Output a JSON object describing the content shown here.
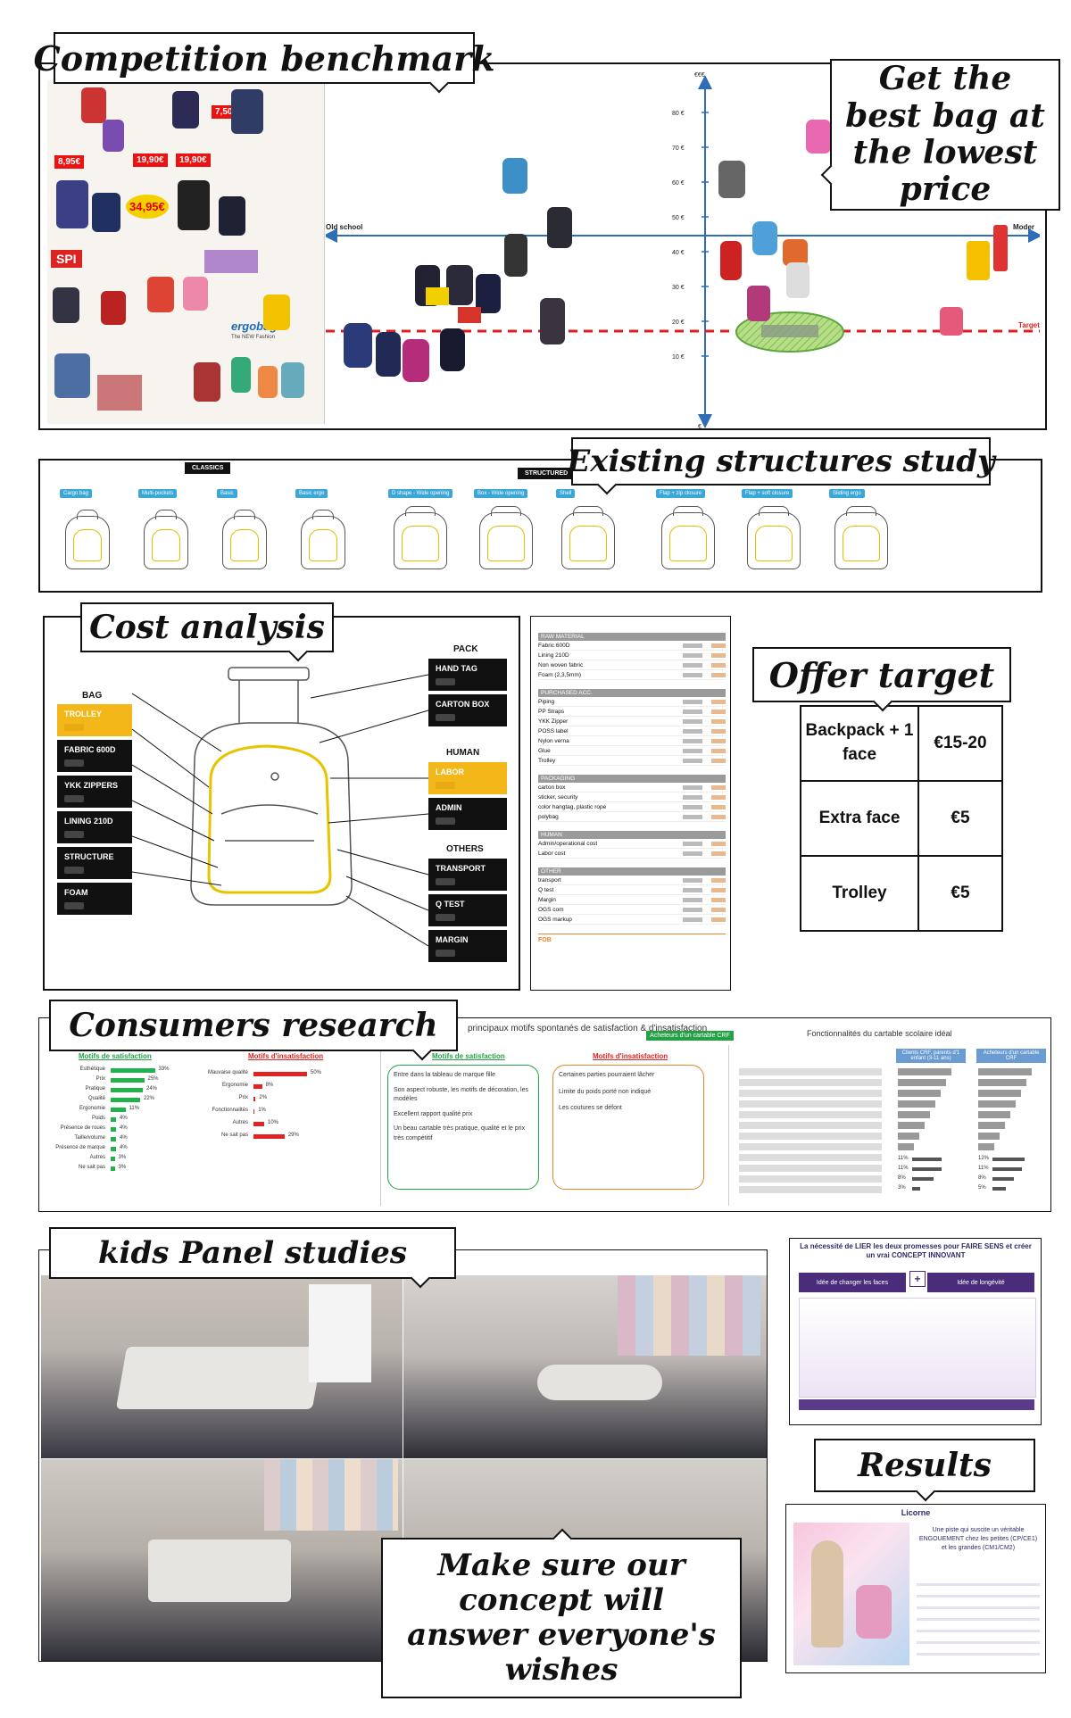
{
  "benchmark": {
    "title": "Competition benchmark",
    "callout": "Get the best bag at the lowest price",
    "axis_old": "Old school",
    "axis_modern": "Moder",
    "target": "Target",
    "top_unit": "€€€",
    "bottom_unit": "€",
    "price_ticks": [
      "80 €",
      "70 €",
      "60 €",
      "50 €",
      "40 €",
      "30 €",
      "20 €",
      "10 €"
    ],
    "flyer_labels": [
      "8,95€",
      "19,90€",
      "7,50€",
      "19,90€",
      "34,95€",
      "SPI",
      "ergobag",
      "The NEW Fashion"
    ]
  },
  "structures": {
    "title": "Existing structures study",
    "group1": "CLASSICS",
    "group2": "STRUCTURED",
    "items": [
      "Cargo bag",
      "Multi-pockets",
      "Basic",
      "Basic ergo",
      "D shape - Wide opening",
      "Box - Wide opening",
      "Shell",
      "Flap + zip closure",
      "Flap + soft closure",
      "Sliding ergo"
    ]
  },
  "cost": {
    "title": "Cost analysis",
    "bag_heading": "BAG",
    "bag_items": [
      "TROLLEY",
      "FABRIC 600D",
      "YKK ZIPPERS",
      "LINING 210D",
      "STRUCTURE",
      "FOAM"
    ],
    "pack_heading": "PACK",
    "pack_items": [
      "HAND TAG",
      "CARTON BOX"
    ],
    "human_heading": "HUMAN",
    "human_items": [
      "LABOR",
      "ADMIN"
    ],
    "others_heading": "OTHERS",
    "others_items": [
      "TRANSPORT",
      "Q TEST",
      "MARGIN"
    ]
  },
  "cost_sheet": {
    "sections": [
      {
        "head": "RAW MATERIAL",
        "rows": [
          "Fabric 600D",
          "Lining 210D",
          "Non woven fabric",
          "Foam (2,3,5mm)"
        ]
      },
      {
        "head": "PURCHASED ACC.",
        "rows": [
          "Piping",
          "PP Straps",
          "YKK Zipper",
          "POSS label",
          "Nylon verna",
          "Glue",
          "Trolley"
        ]
      },
      {
        "head": "PACKAGING",
        "rows": [
          "carton box",
          "sticker, security",
          "color hangtag, plastic rope",
          "polybag"
        ]
      },
      {
        "head": "HUMAN",
        "rows": [
          "Admin/operational cost",
          "Labor cost"
        ]
      },
      {
        "head": "OTHER",
        "rows": [
          "transport",
          "Q test",
          "Margin",
          "OGS com",
          "OGS markup"
        ]
      }
    ],
    "total": "FOB"
  },
  "offer": {
    "title": "Offer target",
    "rows": [
      {
        "item": "Backpack + 1 face",
        "price": "€15-20"
      },
      {
        "item": "Extra face",
        "price": "€5"
      },
      {
        "item": "Trolley",
        "price": "€5"
      }
    ]
  },
  "research": {
    "title": "Consumers research",
    "header_text": "principaux motifs spontanés de satisfaction & d'insatisfaction",
    "tag_crf": "Acheteurs d'un cartable CRF",
    "right_title": "Fonctionnalités du cartable scolaire idéal",
    "sat_title": "Motifs de satisfaction",
    "insat_title": "Motifs d'insatisfaction",
    "sat_labels": [
      "Esthétique",
      "Prix",
      "Pratique",
      "Qualité",
      "Ergonomie",
      "Poids",
      "Présence de roues",
      "Taille/volume",
      "Présence de marque",
      "Autres",
      "Ne sait pas"
    ],
    "sat_values": [
      "33%",
      "25%",
      "24%",
      "22%",
      "11%",
      "4%",
      "4%",
      "4%",
      "4%",
      "3%",
      "3%"
    ],
    "insat_labels": [
      "Mauvaise qualité",
      "Ergonomie",
      "Prix",
      "Fonctionnalités",
      "Autres",
      "Ne sait pas"
    ],
    "insat_values": [
      "50%",
      "8%",
      "2%",
      "1%",
      "10%",
      "29%"
    ],
    "col_a": "Clients CRF, parents d'1 enfant (3-11 ans)",
    "col_b": "Acheteurs d'un cartable CRF",
    "col_a_vals": [
      "11%",
      "11%",
      "8%",
      "3%"
    ],
    "col_b_vals": [
      "12%",
      "11%",
      "8%",
      "5%"
    ],
    "quote_blocks": [
      "Entre dans la tableau de marque fille",
      "Son aspect robuste, les motifs de décoration, les modèles",
      "Excellent rapport qualité prix",
      "Un beau cartable très pratique, qualité et le prix très compétitif",
      "Certaines parties pourraient lâcher",
      "Limite du poids porté non indiqué",
      "Les coutures se défont"
    ]
  },
  "kids": {
    "title": "kids Panel studies",
    "callout": "Make sure our concept will answer everyone's wishes"
  },
  "concept": {
    "title": "La nécessité de LIER les deux promesses pour FAIRE SENS et créer un vrai CONCEPT INNOVANT",
    "left_box": "Idée de changer les faces",
    "right_box": "Idée de longévité",
    "plus": "+"
  },
  "results": {
    "title": "Results",
    "slide_title": "Licorne",
    "slide_text": "Une piste qui suscite un véritable ENGOUEMENT chez les petites (CP/CE1) et les grandes (CM1/CM2)"
  }
}
